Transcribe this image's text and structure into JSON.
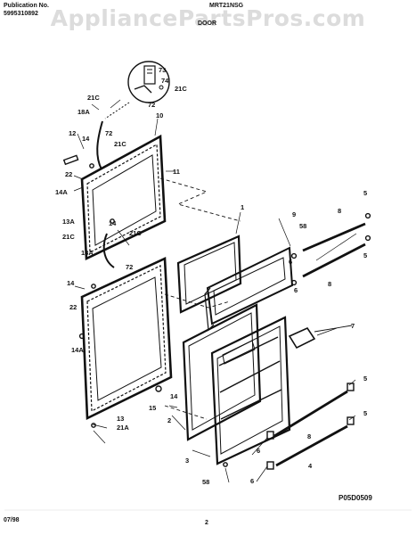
{
  "header": {
    "publication_label": "Publication No.",
    "publication_number": "5995310892",
    "model": "MRT21NSG",
    "section": "DOOR",
    "watermark": "AppliancePartsPros.com"
  },
  "footer": {
    "date": "07/98",
    "page": "2",
    "diagram_code": "P05D0509"
  },
  "callouts": {
    "c73": "73",
    "c74": "74",
    "c72a": "72",
    "c21C_top_a": "21C",
    "c21C_top_b": "21C",
    "c10": "10",
    "c18A_top": "18A",
    "c72b": "72",
    "c12": "12",
    "c14_top": "14",
    "c21C_mid_a": "21C",
    "c11": "11",
    "c22_top": "22",
    "c14A_top": "14A",
    "c13A": "13A",
    "c21C_mid_b": "21C",
    "c14_mid": "14",
    "c21C_mid_c": "21C",
    "c18A_mid": "18A",
    "c72c": "72",
    "c14_low": "14",
    "c22_low": "22",
    "c14A_low": "14A",
    "c14_bottom": "14",
    "c15": "15",
    "c13": "13",
    "c21A": "21A",
    "c1": "1",
    "c9": "9",
    "c58_top": "58",
    "c6_a": "6",
    "c6_b": "6",
    "c8_a": "8",
    "c8_b": "8",
    "c5_a": "5",
    "c5_b": "5",
    "c7": "7",
    "c2": "2",
    "c3": "3",
    "c58_bottom": "58",
    "c5_c": "5",
    "c5_d": "5",
    "c6_c": "6",
    "c6_d": "6",
    "c8_c": "8",
    "c4": "4"
  }
}
